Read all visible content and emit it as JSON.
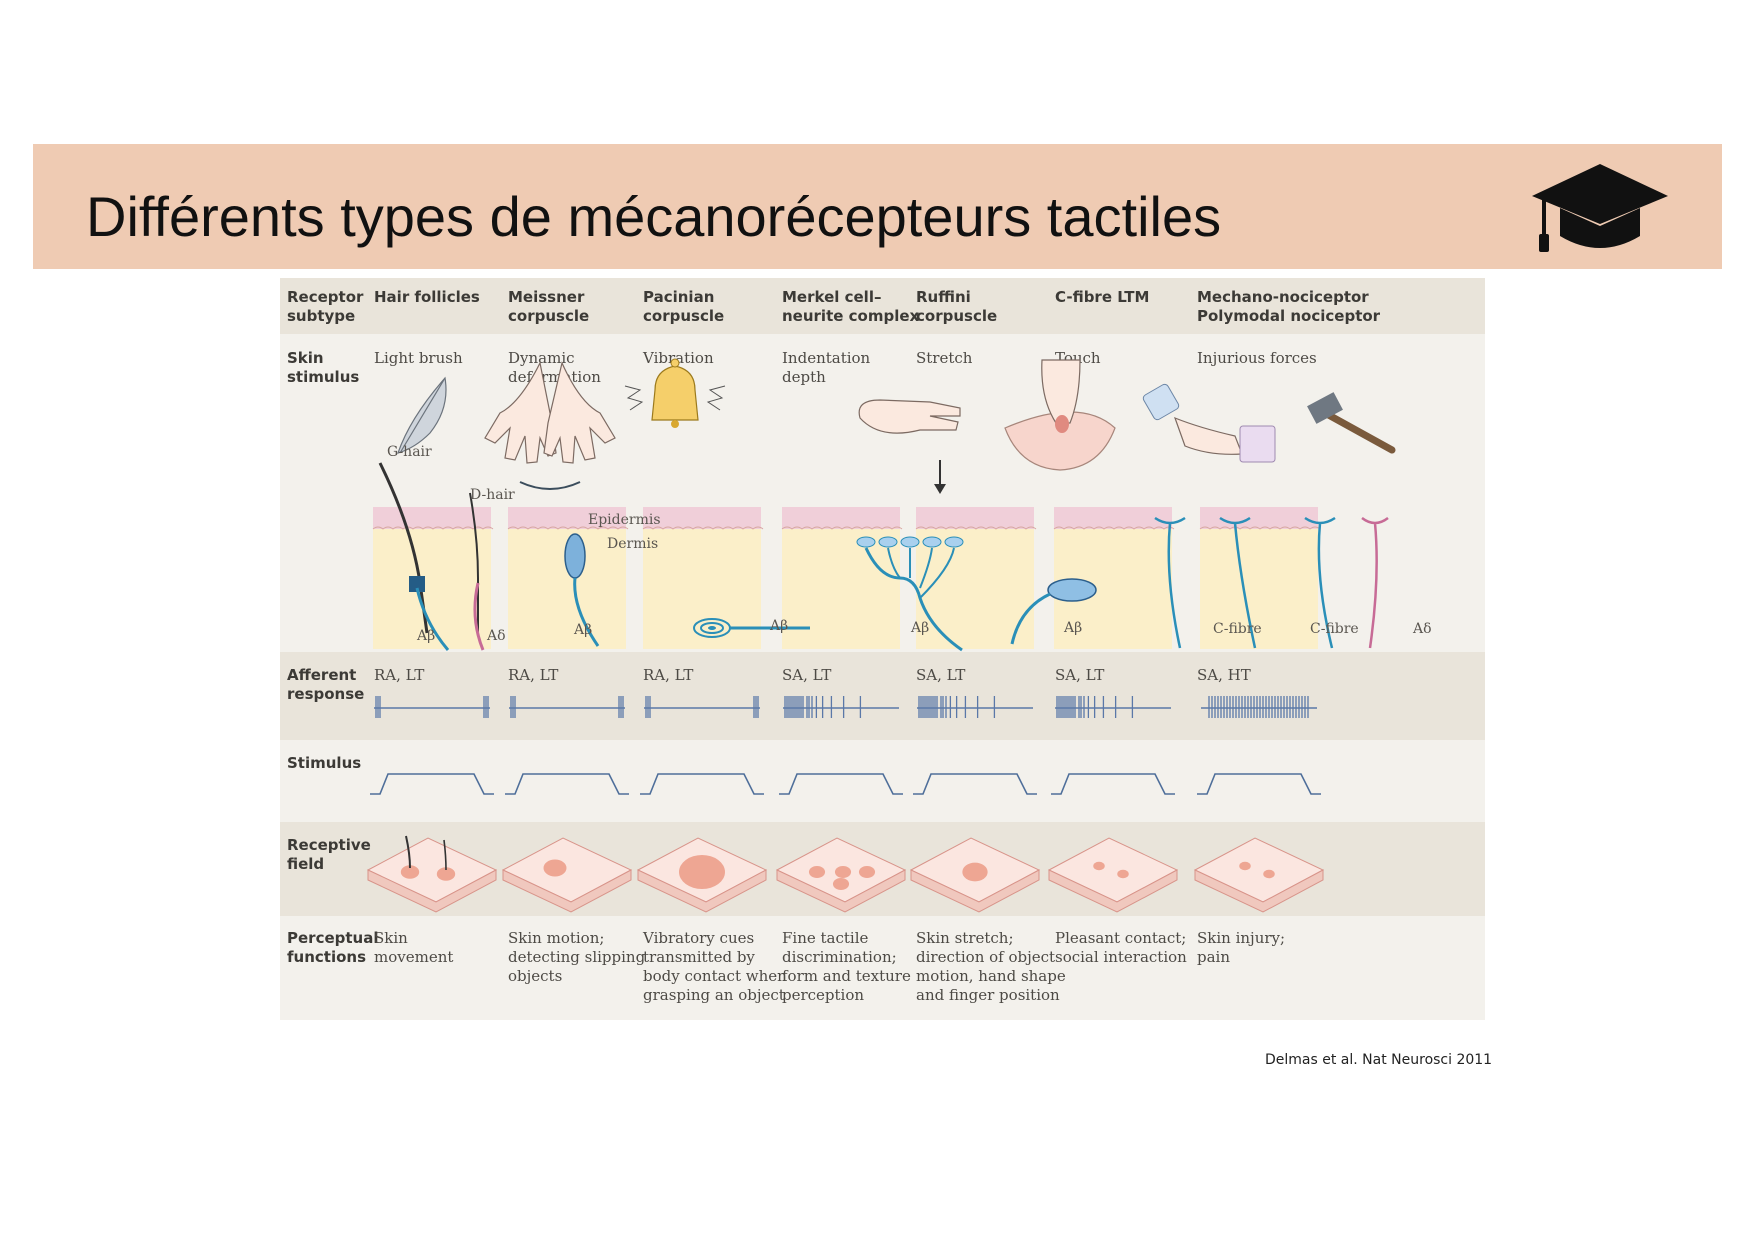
{
  "slide": {
    "title": "Différents types de mécanorécepteurs tactiles",
    "icon": "graduation-cap-icon",
    "credit": "Delmas et al. Nat Neurosci 2011",
    "banner_color": "#efcbb3"
  },
  "table": {
    "row_headers": {
      "receptor": [
        "Receptor",
        "subtype"
      ],
      "stimulus": [
        "Skin",
        "stimulus"
      ],
      "afferent": [
        "Afferent",
        "response"
      ],
      "stim": [
        "Stimulus"
      ],
      "field": [
        "Receptive",
        "field"
      ],
      "functions": [
        "Perceptual",
        "functions"
      ]
    },
    "columns": [
      {
        "subtype": [
          "Hair follicles"
        ],
        "stimulus": [
          "Light brush"
        ],
        "response": "RA, LT",
        "functions": [
          "Skin",
          "movement"
        ]
      },
      {
        "subtype": [
          "Meissner",
          "corpuscle"
        ],
        "stimulus": [
          "Dynamic",
          "deformation"
        ],
        "response": "RA, LT",
        "functions": [
          "Skin motion;",
          "detecting slipping",
          "objects"
        ]
      },
      {
        "subtype": [
          "Pacinian",
          "corpuscle"
        ],
        "stimulus": [
          "Vibration"
        ],
        "response": "RA, LT",
        "functions": [
          "Vibratory cues",
          "transmitted by",
          "body contact when",
          "grasping an object"
        ]
      },
      {
        "subtype": [
          "Merkel cell–",
          "neurite complex"
        ],
        "stimulus": [
          "Indentation",
          "depth"
        ],
        "response": "SA, LT",
        "functions": [
          "Fine tactile",
          "discrimination;",
          "form and texture",
          "perception"
        ]
      },
      {
        "subtype": [
          "Ruffini",
          "corpuscle"
        ],
        "stimulus": [
          "Stretch"
        ],
        "response": "SA, LT",
        "functions": [
          "Skin stretch;",
          "direction of object",
          "motion, hand shape",
          "and finger position"
        ]
      },
      {
        "subtype": [
          "C-fibre LTM"
        ],
        "stimulus": [
          "Touch"
        ],
        "response": "SA, LT",
        "functions": [
          "Pleasant contact;",
          "social interaction"
        ]
      },
      {
        "subtype": [
          "Mechano-nociceptor",
          "Polymodal nociceptor"
        ],
        "stimulus": [
          "Injurious forces"
        ],
        "response": "SA, HT",
        "functions": [
          "Skin injury;",
          "pain"
        ]
      }
    ],
    "labels": {
      "g_hair": "G-hair",
      "d_hair": "D-hair",
      "epidermis": "Epidermis",
      "dermis": "Dermis",
      "abeta": "Aβ",
      "adelta": "Aδ",
      "cfibre": "C-fibre"
    }
  },
  "colors": {
    "nerve": "#2a8fb8",
    "spike": "#5b78a8",
    "epidermis": "#f0cfd9",
    "dermis": "#fbefc9",
    "panel_light": "#f3f1ec",
    "panel_dark": "#e9e4da",
    "field_spot": "#e9907a"
  }
}
